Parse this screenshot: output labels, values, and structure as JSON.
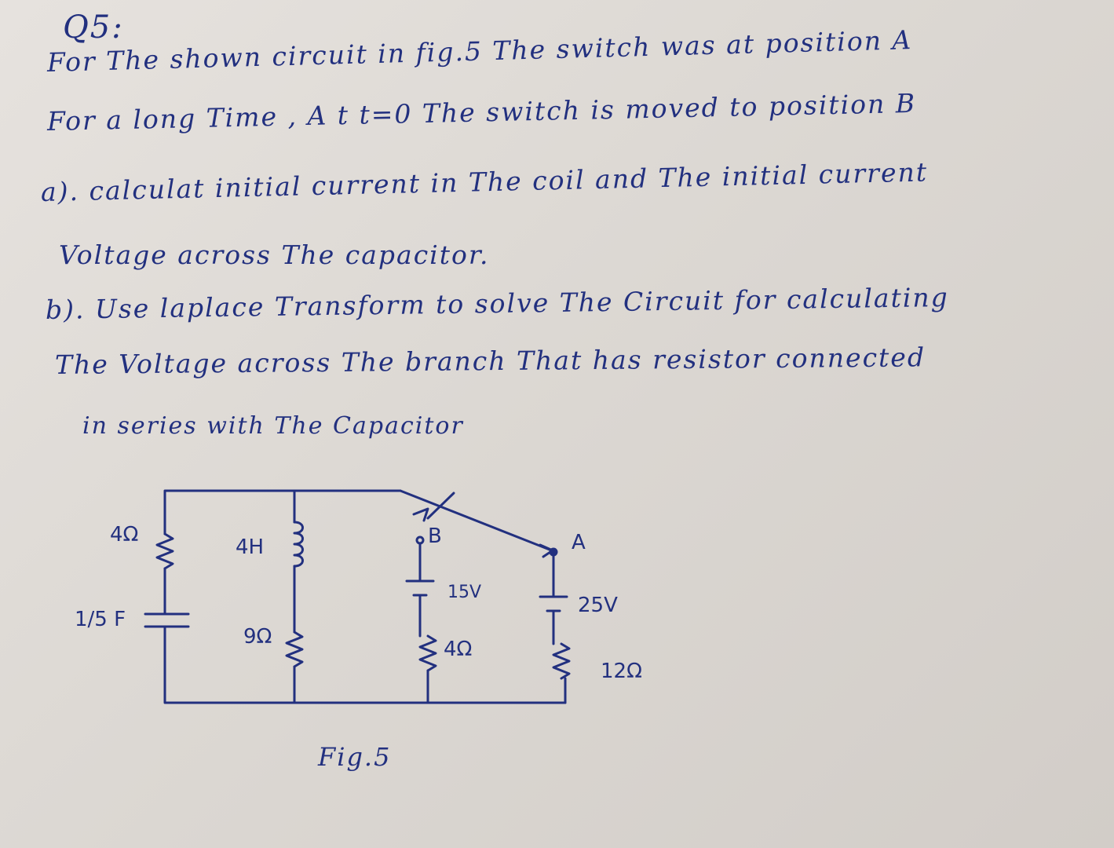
{
  "question": {
    "title": "Q5:",
    "lines": [
      "For The shown circuit in fig.5 The switch was at position A",
      "For a long Time , A t t=0  The switch is moved  to position B",
      "a). calculat initial current in The coil and The initial current",
      "Voltage across The capacitor.",
      "b). Use laplace Transform to solve The  Circuit for calculating",
      "The Voltage across The branch  That has  resistor connected",
      "in series   with The   Capacitor"
    ]
  },
  "figure": {
    "caption": "Fig.5",
    "labels": {
      "r_left": "4Ω",
      "inductor": "4H",
      "switch_b": "B",
      "switch_a": "A",
      "v_b": "15V",
      "v_a": "25V",
      "cap": "1/5 F",
      "r_mid": "9Ω",
      "r_b": "4Ω",
      "r_a": "12Ω"
    }
  },
  "colors": {
    "ink": "#22307f",
    "paper": "#dedad5"
  }
}
